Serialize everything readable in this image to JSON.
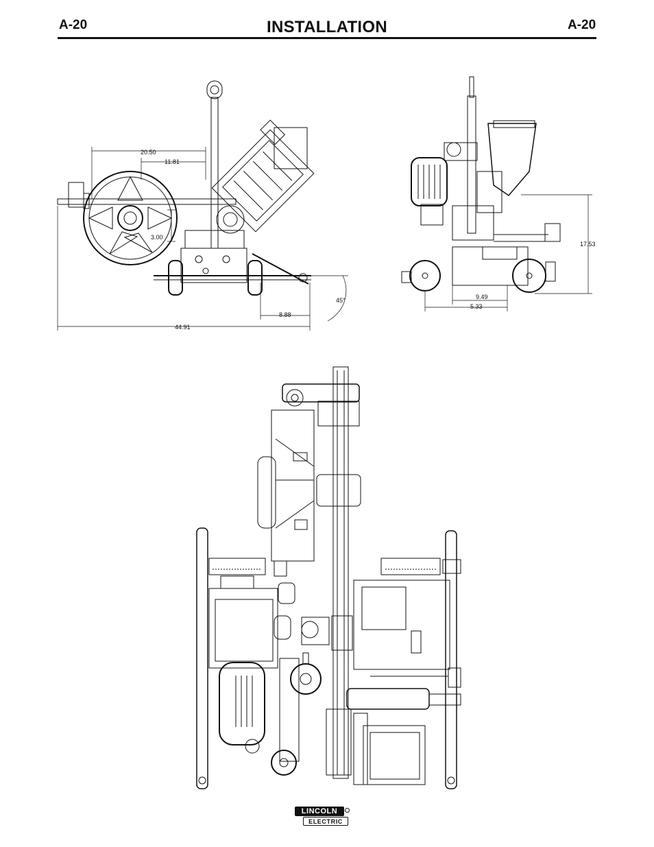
{
  "header": {
    "page_left": "A-20",
    "title": "INSTALLATION",
    "page_right": "A-20"
  },
  "dimensions": {
    "d1": "20.50",
    "d2": "11.81",
    "d3": "3.00",
    "d4": "8.88",
    "d5": "44.91",
    "angle": "45°",
    "d6": "17.53",
    "d7": "9.49",
    "d8": "5.33"
  },
  "footer": {
    "logo_top": "LINCOLN",
    "logo_bottom": "ELECTRIC"
  }
}
